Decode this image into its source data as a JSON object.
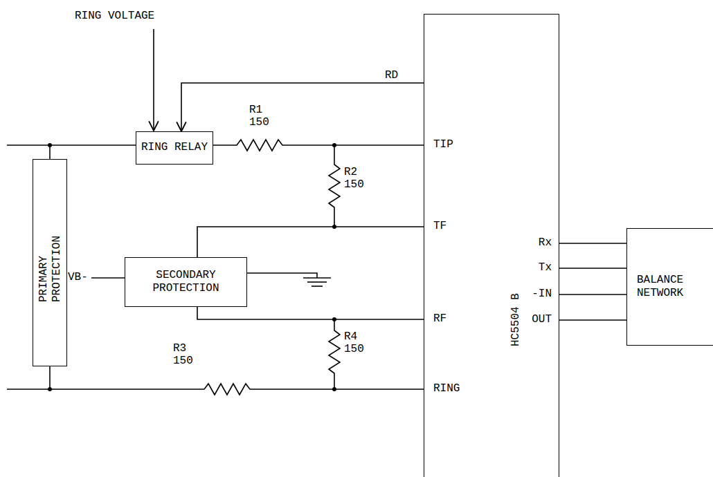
{
  "diagram": {
    "nodes": [
      {
        "text": [
          "RING RELAY"
        ]
      },
      {
        "text": [
          "PRIMARY PROTECTION"
        ]
      },
      {
        "text": [
          "SECONDARY PROTECTION"
        ]
      },
      {
        "text": [
          "HC5504 B"
        ]
      },
      {
        "text": [
          "BALANCE NETWORK"
        ]
      }
    ],
    "edges": [
      {
        "from": 3,
        "to": 0,
        "arrow": "to",
        "label": "RD"
      },
      {
        "from": 0,
        "to": 3,
        "arrow": "none"
      },
      {
        "from": 1,
        "to": 0,
        "arrow": "none"
      },
      {
        "from": 2,
        "to": 3,
        "arrow": "none"
      },
      {
        "from": 2,
        "to": 3,
        "arrow": "none"
      },
      {
        "from": 1,
        "to": 3,
        "arrow": "none"
      },
      {
        "from": 3,
        "to": 4,
        "arrow": "none"
      },
      {
        "from": 3,
        "to": 4,
        "arrow": "none"
      },
      {
        "from": 3,
        "to": 4,
        "arrow": "none"
      },
      {
        "from": 3,
        "to": 4,
        "arrow": "none"
      }
    ],
    "labels": [
      "RING VOLTAGE",
      "R1",
      "150",
      "R2",
      "150",
      "TIP",
      "TF",
      "VB-",
      "RF",
      "R3",
      "150",
      "R4",
      "150",
      "RING",
      "Rx",
      "Tx",
      "-IN",
      "OUT"
    ]
  }
}
